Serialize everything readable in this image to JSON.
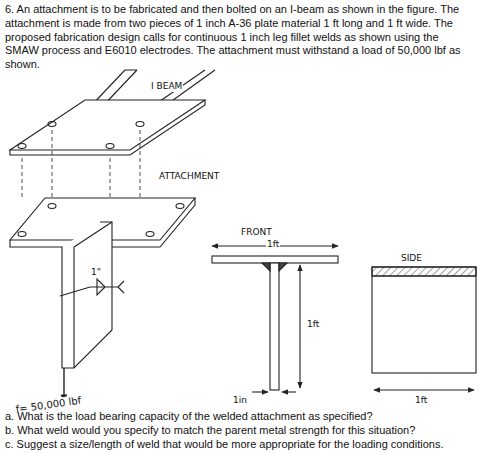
{
  "diagram": {
    "labels": [
      "6. An attachment is to be fabricated and then bolted on an I-beam as shown in the figure. The attachment is made from two pieces of 1 inch A-36 plate material 1 ft long and 1 ft wide. The proposed fabrication design calls for continuous 1 inch leg fillet welds as shown using the SMAW process and E6010 electrodes. The attachment must withstand a load of 50,000 lbf as shown.",
      "I BEAM",
      "ATTACHMENT",
      "FRONT",
      "1ft",
      "SIDE",
      "1\"",
      "1ft",
      "f= 50,000 lbf",
      "1in",
      "1ft",
      "a. What is the load bearing capacity of the welded attachment as specified?",
      "b. What weld would you specify to match the parent metal strength for this situation?",
      "c. Suggest a size/length of weld that would be more appropriate for the loading conditions."
    ]
  }
}
